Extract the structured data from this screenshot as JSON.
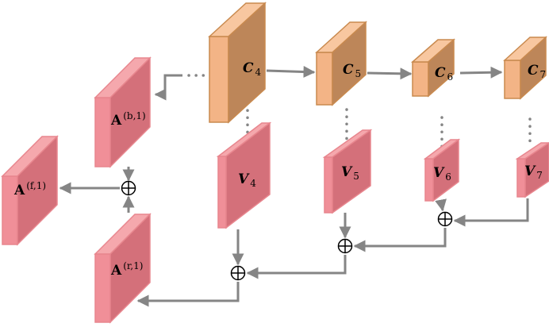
{
  "colors": {
    "attention_face": "#d4707a",
    "attention_top": "#f5a8ad",
    "attention_side": "#f08f98",
    "attention_stroke": "#e8868e",
    "feature_face": "#bd8659",
    "feature_top": "#f8c7a0",
    "feature_side": "#f3b486",
    "feature_stroke": "#c98a4f",
    "connector": "#858585",
    "circle_stroke": "#000000"
  },
  "blocks": [
    {
      "id": "a_f1",
      "kind": "attention",
      "label": "A",
      "script": "(f,1)",
      "script_type": "sup"
    },
    {
      "id": "a_b1",
      "kind": "attention",
      "label": "A",
      "script": "(b,1)",
      "script_type": "sup"
    },
    {
      "id": "a_r1",
      "kind": "attention",
      "label": "A",
      "script": "(r,1)",
      "script_type": "sup"
    },
    {
      "id": "c4",
      "kind": "feature",
      "label": "C",
      "script": "4",
      "script_type": "sub"
    },
    {
      "id": "c5",
      "kind": "feature",
      "label": "C",
      "script": "5",
      "script_type": "sub"
    },
    {
      "id": "c6",
      "kind": "feature",
      "label": "C",
      "script": "6",
      "script_type": "sub"
    },
    {
      "id": "c7",
      "kind": "feature",
      "label": "C",
      "script": "7",
      "script_type": "sub"
    },
    {
      "id": "v4",
      "kind": "attention",
      "label": "V",
      "script": "4",
      "script_type": "sub"
    },
    {
      "id": "v5",
      "kind": "attention",
      "label": "V",
      "script": "5",
      "script_type": "sub"
    },
    {
      "id": "v6",
      "kind": "attention",
      "label": "V",
      "script": "6",
      "script_type": "sub"
    },
    {
      "id": "v7",
      "kind": "attention",
      "label": "V",
      "script": "7",
      "script_type": "sub"
    }
  ],
  "operators": [
    {
      "id": "sum_ab",
      "symbol": "add"
    },
    {
      "id": "sum_v67",
      "symbol": "add"
    },
    {
      "id": "sum_v5",
      "symbol": "add"
    },
    {
      "id": "sum_v4",
      "symbol": "add"
    }
  ]
}
